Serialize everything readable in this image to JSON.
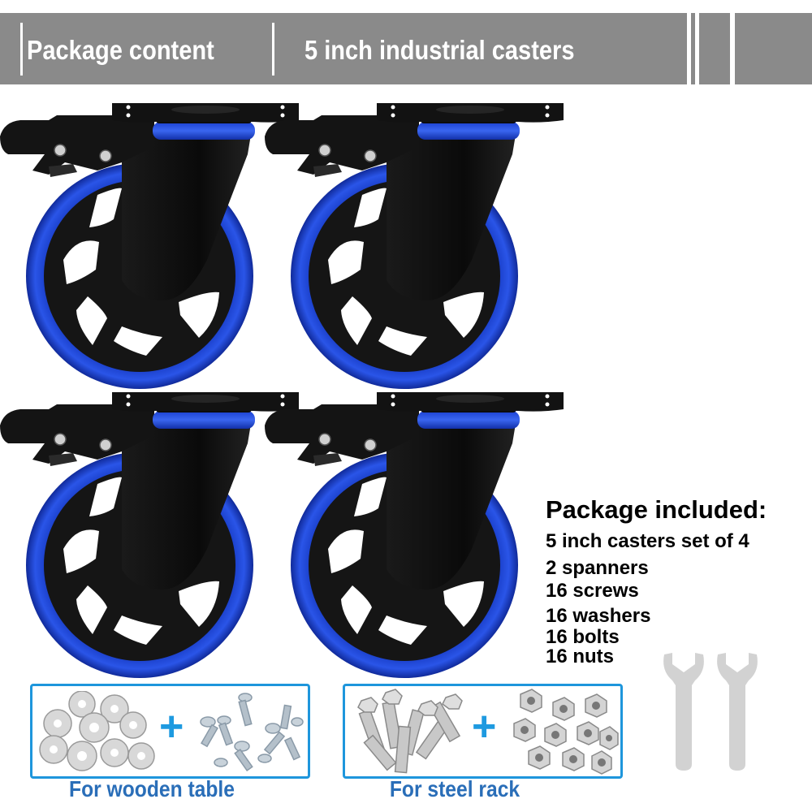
{
  "header": {
    "label": "Package content",
    "title": "5 inch industrial casters",
    "background": "#8a8a8a",
    "text_color": "#ffffff"
  },
  "casters": {
    "count": 4,
    "wheel_color": "#1a3fd0",
    "body_color": "#111111",
    "items": [
      {
        "position": "top-left"
      },
      {
        "position": "top-right"
      },
      {
        "position": "bottom-left"
      },
      {
        "position": "bottom-right"
      }
    ]
  },
  "package_included": {
    "title": "Package included:",
    "items": [
      "5 inch casters set of 4",
      "2 spanners",
      "16 screws",
      "16 washers",
      "16 bolts",
      "16 nuts"
    ]
  },
  "hardware_sets": [
    {
      "caption": "For wooden table",
      "left_item": "washers",
      "plus": "+",
      "right_item": "screws"
    },
    {
      "caption": "For steel rack",
      "left_item": "bolts",
      "plus": "+",
      "right_item": "nuts"
    }
  ],
  "accessories": {
    "spanners_count": 2
  },
  "colors": {
    "accent_blue": "#1e96dc",
    "caption_blue": "#2a6eb8",
    "wheel_blue": "#1a3fd0"
  }
}
